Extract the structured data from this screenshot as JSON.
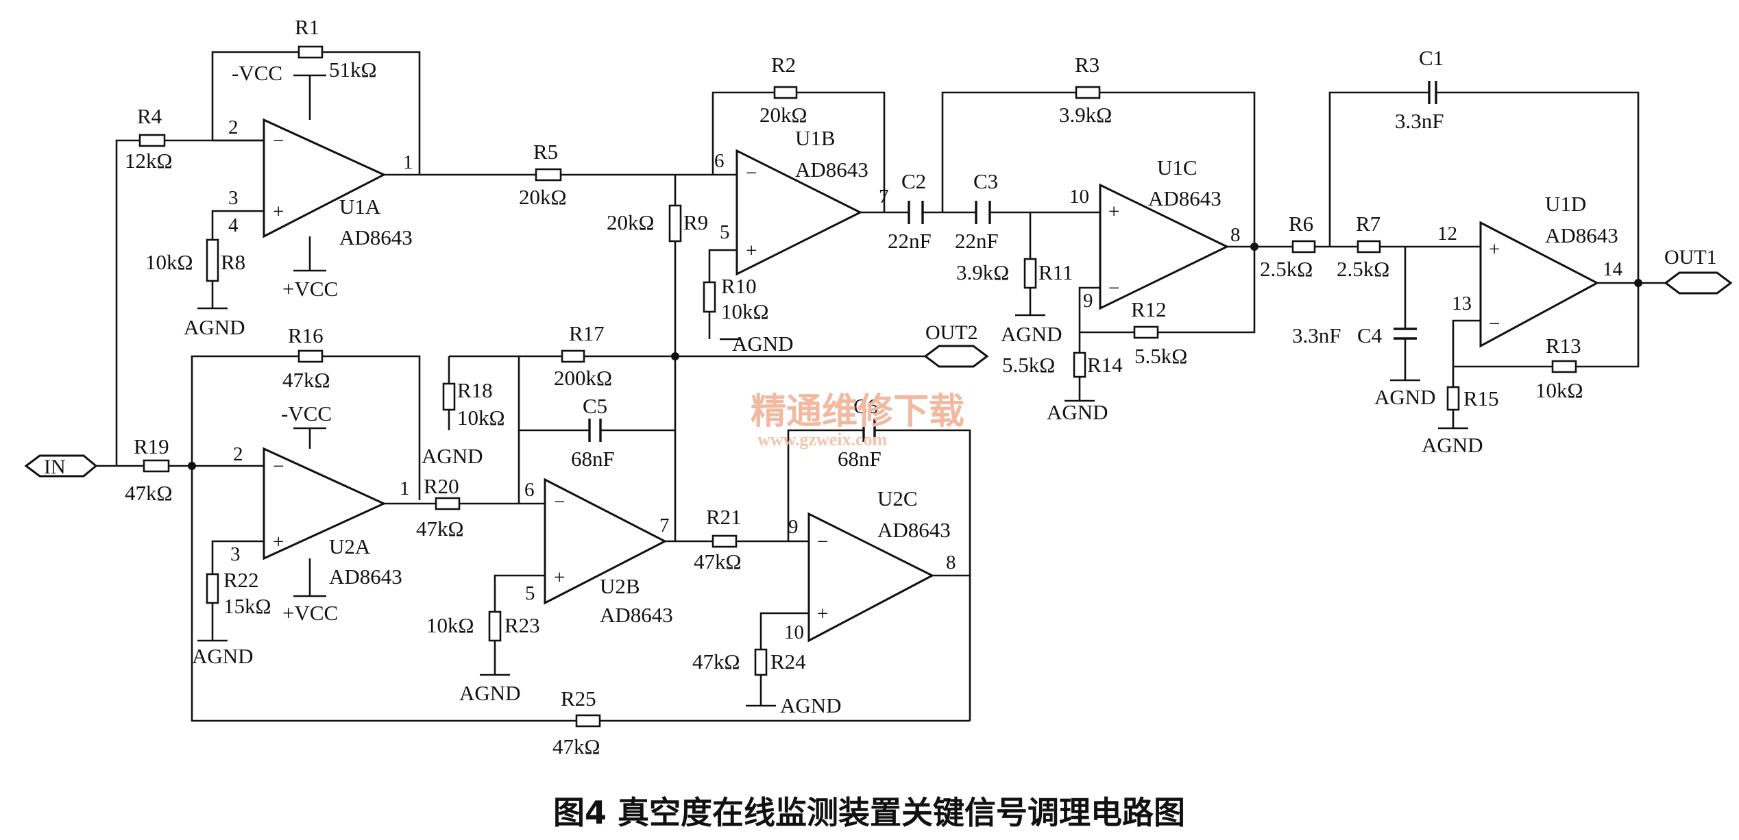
{
  "caption": "图4  真空度在线监测装置关键信号调理电路图",
  "watermark": {
    "text": "精通维修下载",
    "url": "www.gzweix.com",
    "color": "#f2b9a0"
  },
  "opamps": {
    "U1A": {
      "name": "U1A",
      "part": "AD8643",
      "pins": {
        "inv": "2",
        "noninv": "3",
        "out": "1",
        "vneg": "4"
      }
    },
    "U1B": {
      "name": "U1B",
      "part": "AD8643",
      "pins": {
        "inv": "6",
        "noninv": "5",
        "out": "7"
      }
    },
    "U1C": {
      "name": "U1C",
      "part": "AD8643",
      "pins": {
        "noninv": "10",
        "inv": "9",
        "out": "8"
      }
    },
    "U1D": {
      "name": "U1D",
      "part": "AD8643",
      "pins": {
        "noninv": "12",
        "inv": "13",
        "out": "14"
      }
    },
    "U2A": {
      "name": "U2A",
      "part": "AD8643",
      "pins": {
        "inv": "2",
        "noninv": "3",
        "out": "1"
      }
    },
    "U2B": {
      "name": "U2B",
      "part": "AD8643",
      "pins": {
        "inv": "6",
        "noninv": "5",
        "out": "7"
      }
    },
    "U2C": {
      "name": "U2C",
      "part": "AD8643",
      "pins": {
        "inv": "9",
        "noninv": "10",
        "out": "8"
      }
    }
  },
  "resistors": {
    "R1": {
      "name": "R1",
      "value": "51kΩ"
    },
    "R2": {
      "name": "R2",
      "value": "20kΩ"
    },
    "R3": {
      "name": "R3",
      "value": "3.9kΩ"
    },
    "R4": {
      "name": "R4",
      "value": "12kΩ"
    },
    "R5": {
      "name": "R5",
      "value": "20kΩ"
    },
    "R6": {
      "name": "R6",
      "value": "2.5kΩ"
    },
    "R7": {
      "name": "R7",
      "value": "2.5kΩ"
    },
    "R8": {
      "name": "R8",
      "value": "10kΩ"
    },
    "R9": {
      "name": "R9",
      "value": "20kΩ"
    },
    "R10": {
      "name": "R10",
      "value": "10kΩ"
    },
    "R11": {
      "name": "R11",
      "value": "3.9kΩ"
    },
    "R12": {
      "name": "R12",
      "value": "5.5kΩ"
    },
    "R13": {
      "name": "R13",
      "value": "10kΩ"
    },
    "R14": {
      "name": "R14",
      "value": "5.5kΩ"
    },
    "R15": {
      "name": "R15",
      "value": ""
    },
    "R16": {
      "name": "R16",
      "value": "47kΩ"
    },
    "R17": {
      "name": "R17",
      "value": "200kΩ"
    },
    "R18": {
      "name": "R18",
      "value": "10kΩ"
    },
    "R19": {
      "name": "R19",
      "value": "47kΩ"
    },
    "R20": {
      "name": "R20",
      "value": "47kΩ"
    },
    "R21": {
      "name": "R21",
      "value": "47kΩ"
    },
    "R22": {
      "name": "R22",
      "value": "15kΩ"
    },
    "R23": {
      "name": "R23",
      "value": "10kΩ"
    },
    "R24": {
      "name": "R24",
      "value": "47kΩ"
    },
    "R25": {
      "name": "R25",
      "value": "47kΩ"
    }
  },
  "capacitors": {
    "C1": {
      "name": "C1",
      "value": "3.3nF"
    },
    "C2": {
      "name": "C2",
      "value": "22nF"
    },
    "C3": {
      "name": "C3",
      "value": "22nF"
    },
    "C4": {
      "name": "C4",
      "value": "3.3nF"
    },
    "C5": {
      "name": "C5",
      "value": "68nF"
    },
    "C6": {
      "name": "C6",
      "value": "68nF"
    }
  },
  "ports": {
    "in": "IN",
    "out1": "OUT1",
    "out2": "OUT2"
  },
  "rails": {
    "neg": "-VCC",
    "pos": "+VCC"
  },
  "ground": "AGND"
}
